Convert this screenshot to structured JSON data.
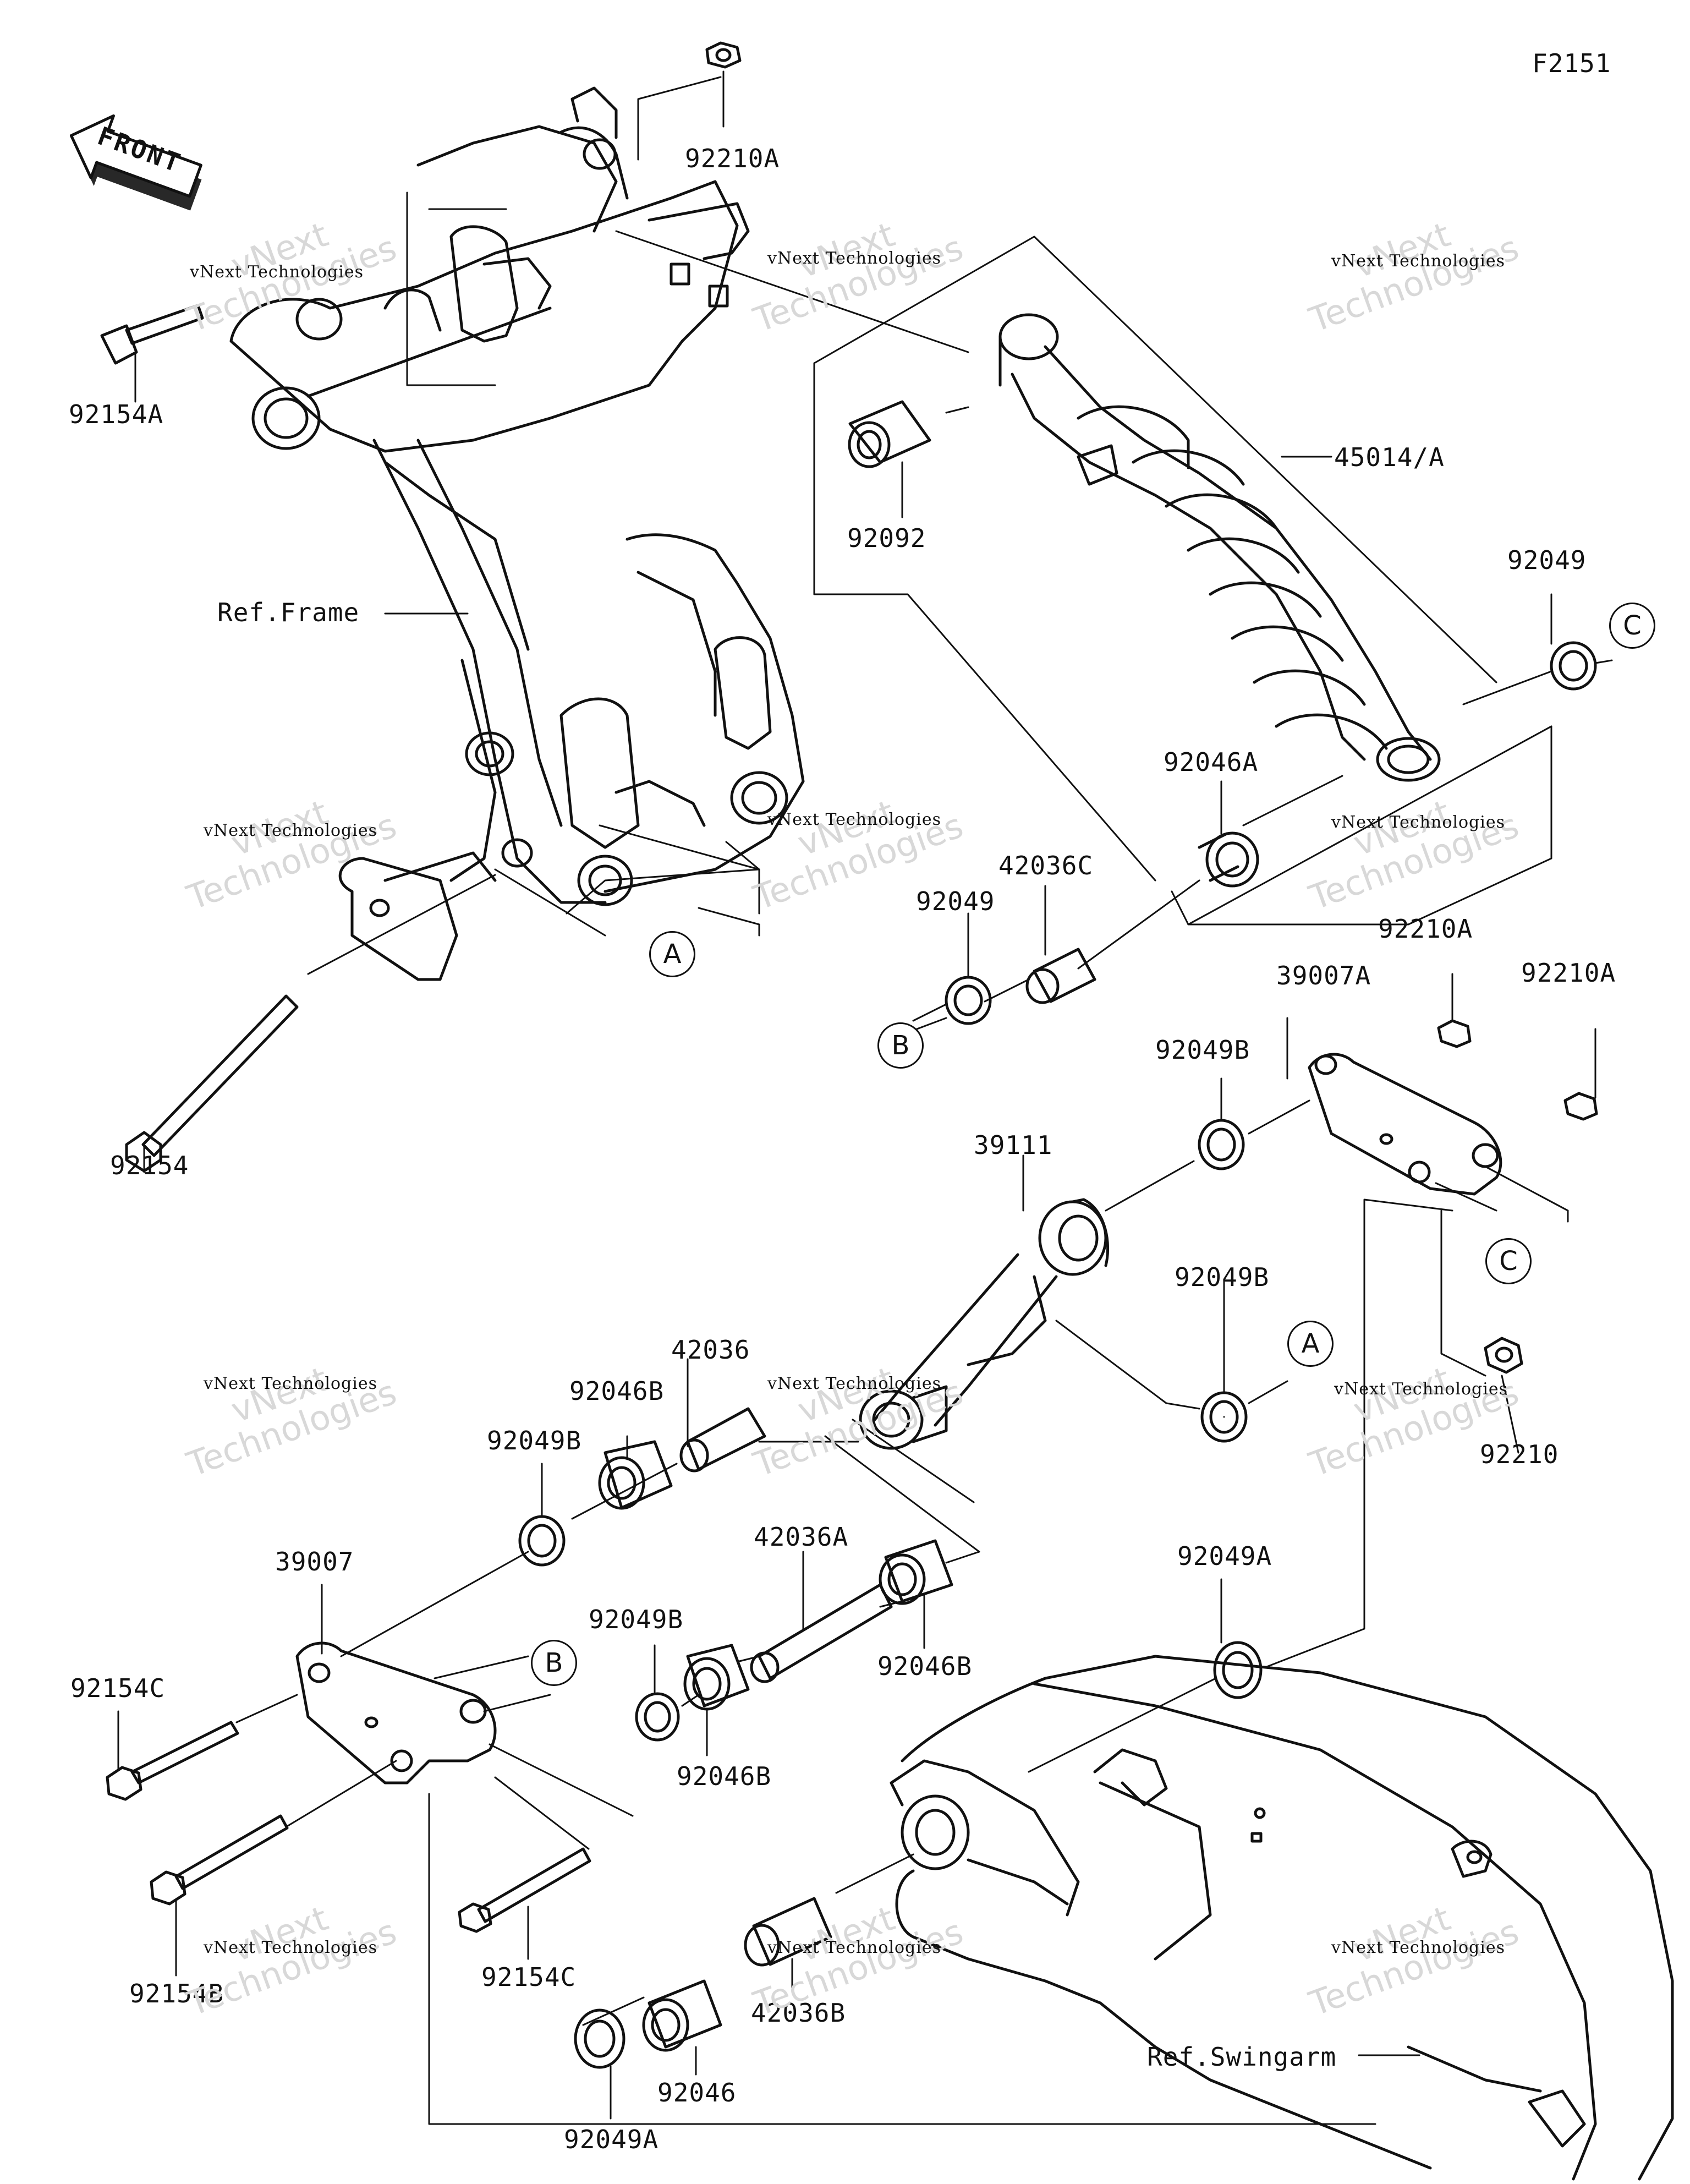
{
  "figure_code": "F2151",
  "front_label": "FRONT",
  "watermark": {
    "line1": "vNext",
    "line2": "Technologies",
    "caption": "vNext Technologies"
  },
  "refs": {
    "frame": "Ref.Frame",
    "swingarm": "Ref.Swingarm"
  },
  "callouts": {
    "a": "A",
    "b": "B",
    "c": "C"
  },
  "parts": {
    "p92210A_top": "92210A",
    "p92154A": "92154A",
    "p45014A": "45014/A",
    "p92092": "92092",
    "p92049_c": "92049",
    "p92046A": "92046A",
    "p42036C": "42036C",
    "p92049_b": "92049",
    "p92154": "92154",
    "p92210A_mid": "92210A",
    "p39007A": "39007A",
    "p92210A_right": "92210A",
    "p92049B_top": "92049B",
    "p39111": "39111",
    "p92049B_a": "92049B",
    "p42036": "42036",
    "p92046B_top": "92046B",
    "p92049B_left": "92049B",
    "p92210": "92210",
    "p39007": "39007",
    "p42036A": "42036A",
    "p92049B_mid": "92049B",
    "p92046B_right": "92046B",
    "p92049A_right": "92049A",
    "p92154C_left": "92154C",
    "p92046B_mid": "92046B",
    "p92154B": "92154B",
    "p92154C_mid": "92154C",
    "p42036B": "42036B",
    "p92046": "92046",
    "p92049A_bottom": "92049A"
  }
}
